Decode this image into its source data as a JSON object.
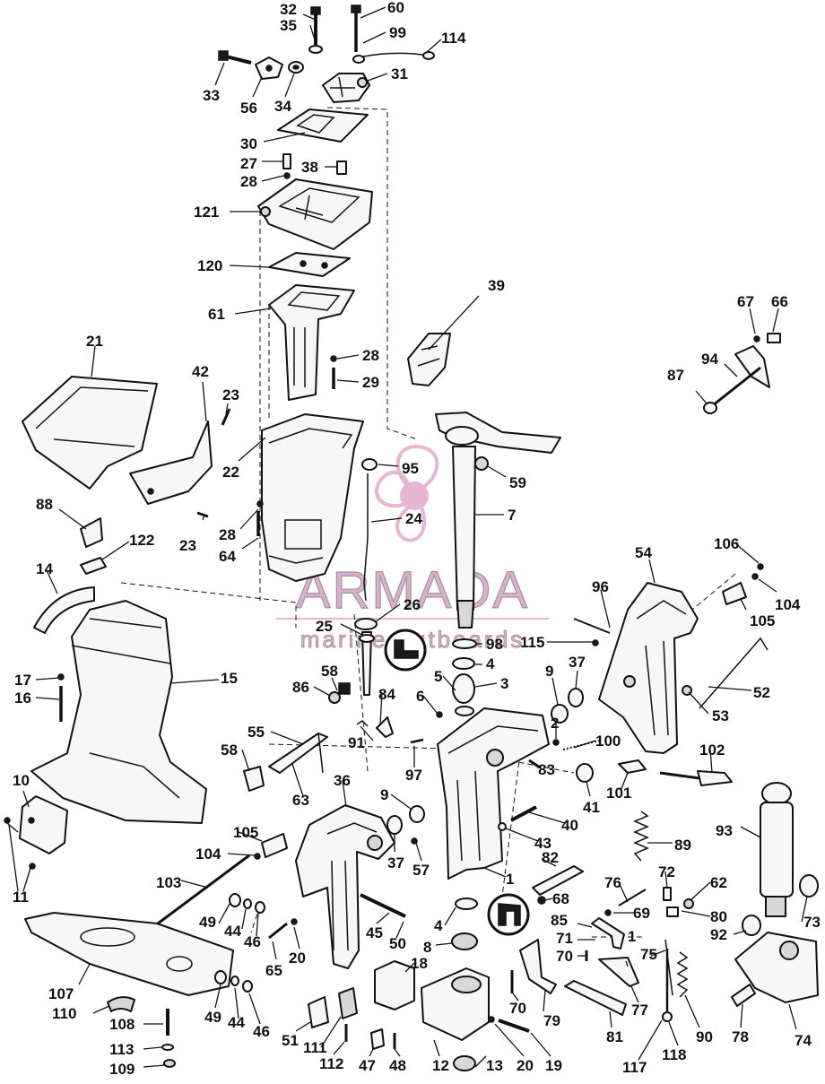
{
  "watermark": {
    "brand": "ARMADA",
    "tagline": "marine outboards",
    "color": "#e5a8cc"
  },
  "callouts": [
    {
      "id": "c1",
      "text": "32"
    },
    {
      "id": "c2",
      "text": "60"
    },
    {
      "id": "c3",
      "text": "35"
    },
    {
      "id": "c4",
      "text": "99"
    },
    {
      "id": "c5",
      "text": "114"
    },
    {
      "id": "c6",
      "text": "31"
    },
    {
      "id": "c7",
      "text": "33"
    },
    {
      "id": "c8",
      "text": "56"
    },
    {
      "id": "c9",
      "text": "34"
    },
    {
      "id": "c10",
      "text": "30"
    },
    {
      "id": "c11",
      "text": "27"
    },
    {
      "id": "c12",
      "text": "38"
    },
    {
      "id": "c13",
      "text": "28"
    },
    {
      "id": "c14",
      "text": "121"
    },
    {
      "id": "c15",
      "text": "120"
    },
    {
      "id": "c16",
      "text": "39"
    },
    {
      "id": "c17",
      "text": "61"
    },
    {
      "id": "c18",
      "text": "67"
    },
    {
      "id": "c19",
      "text": "66"
    },
    {
      "id": "c20",
      "text": "28"
    },
    {
      "id": "c21",
      "text": "21"
    },
    {
      "id": "c22",
      "text": "94"
    },
    {
      "id": "c23",
      "text": "87"
    },
    {
      "id": "c24",
      "text": "29"
    },
    {
      "id": "c25",
      "text": "42"
    },
    {
      "id": "c26",
      "text": "23"
    },
    {
      "id": "c27",
      "text": "22"
    },
    {
      "id": "c28",
      "text": "95"
    },
    {
      "id": "c29",
      "text": "59"
    },
    {
      "id": "c30",
      "text": "88"
    },
    {
      "id": "c31",
      "text": "28"
    },
    {
      "id": "c32",
      "text": "24"
    },
    {
      "id": "c33",
      "text": "7"
    },
    {
      "id": "c34",
      "text": "122"
    },
    {
      "id": "c35",
      "text": "64"
    },
    {
      "id": "c36",
      "text": "23"
    },
    {
      "id": "c37",
      "text": "106"
    },
    {
      "id": "c38",
      "text": "14"
    },
    {
      "id": "c39",
      "text": "54"
    },
    {
      "id": "c40",
      "text": "104"
    },
    {
      "id": "c41",
      "text": "26"
    },
    {
      "id": "c42",
      "text": "96"
    },
    {
      "id": "c43",
      "text": "105"
    },
    {
      "id": "c44",
      "text": "25"
    },
    {
      "id": "c45",
      "text": "98"
    },
    {
      "id": "c46",
      "text": "115"
    },
    {
      "id": "c47",
      "text": "37"
    },
    {
      "id": "c48",
      "text": "58"
    },
    {
      "id": "c49",
      "text": "4"
    },
    {
      "id": "c50",
      "text": "17"
    },
    {
      "id": "c51",
      "text": "15"
    },
    {
      "id": "c52",
      "text": "5"
    },
    {
      "id": "c53",
      "text": "3"
    },
    {
      "id": "c54",
      "text": "9"
    },
    {
      "id": "c55",
      "text": "52"
    },
    {
      "id": "c56",
      "text": "86"
    },
    {
      "id": "c57",
      "text": "16"
    },
    {
      "id": "c58",
      "text": "84"
    },
    {
      "id": "c59",
      "text": "6"
    },
    {
      "id": "c60",
      "text": "53"
    },
    {
      "id": "c61",
      "text": "2"
    },
    {
      "id": "c62",
      "text": "55"
    },
    {
      "id": "c63",
      "text": "91"
    },
    {
      "id": "c64",
      "text": "100"
    },
    {
      "id": "c65",
      "text": "102"
    },
    {
      "id": "c66",
      "text": "58"
    },
    {
      "id": "c67",
      "text": "97"
    },
    {
      "id": "c68",
      "text": "83"
    },
    {
      "id": "c69",
      "text": "41"
    },
    {
      "id": "c70",
      "text": "101"
    },
    {
      "id": "c71",
      "text": "36"
    },
    {
      "id": "c72",
      "text": "63"
    },
    {
      "id": "c73",
      "text": "10"
    },
    {
      "id": "c74",
      "text": "9"
    },
    {
      "id": "c75",
      "text": "105"
    },
    {
      "id": "c76",
      "text": "40"
    },
    {
      "id": "c77",
      "text": "93"
    },
    {
      "id": "c78",
      "text": "43"
    },
    {
      "id": "c79",
      "text": "89"
    },
    {
      "id": "c80",
      "text": "104"
    },
    {
      "id": "c81",
      "text": "37"
    },
    {
      "id": "c82",
      "text": "57"
    },
    {
      "id": "c83",
      "text": "82"
    },
    {
      "id": "c84",
      "text": "1"
    },
    {
      "id": "c85",
      "text": "76"
    },
    {
      "id": "c86",
      "text": "72"
    },
    {
      "id": "c87",
      "text": "62"
    },
    {
      "id": "c88",
      "text": "103"
    },
    {
      "id": "c89",
      "text": "68"
    },
    {
      "id": "c90",
      "text": "69"
    },
    {
      "id": "c91",
      "text": "80"
    },
    {
      "id": "c92",
      "text": "11"
    },
    {
      "id": "c93",
      "text": "49"
    },
    {
      "id": "c94",
      "text": "44"
    },
    {
      "id": "c95",
      "text": "46"
    },
    {
      "id": "c96",
      "text": "45"
    },
    {
      "id": "c97",
      "text": "50"
    },
    {
      "id": "c98",
      "text": "4"
    },
    {
      "id": "c99",
      "text": "85"
    },
    {
      "id": "c100",
      "text": "71"
    },
    {
      "id": "c101",
      "text": "73"
    },
    {
      "id": "c102",
      "text": "92"
    },
    {
      "id": "c103",
      "text": "65"
    },
    {
      "id": "c104",
      "text": "20"
    },
    {
      "id": "c105",
      "text": "8"
    },
    {
      "id": "c106",
      "text": "70"
    },
    {
      "id": "c107",
      "text": "75"
    },
    {
      "id": "c108",
      "text": "1"
    },
    {
      "id": "c109",
      "text": "107"
    },
    {
      "id": "c110",
      "text": "18"
    },
    {
      "id": "c111",
      "text": "110"
    },
    {
      "id": "c112",
      "text": "49"
    },
    {
      "id": "c113",
      "text": "44"
    },
    {
      "id": "c114",
      "text": "108"
    },
    {
      "id": "c115",
      "text": "46"
    },
    {
      "id": "c116",
      "text": "51"
    },
    {
      "id": "c117",
      "text": "111"
    },
    {
      "id": "c118",
      "text": "70"
    },
    {
      "id": "c119",
      "text": "79"
    },
    {
      "id": "c120",
      "text": "77"
    },
    {
      "id": "c121",
      "text": "81"
    },
    {
      "id": "c122",
      "text": "90"
    },
    {
      "id": "c123",
      "text": "78"
    },
    {
      "id": "c124",
      "text": "74"
    },
    {
      "id": "c125",
      "text": "113"
    },
    {
      "id": "c126",
      "text": "112"
    },
    {
      "id": "c127",
      "text": "47"
    },
    {
      "id": "c128",
      "text": "48"
    },
    {
      "id": "c129",
      "text": "12"
    },
    {
      "id": "c130",
      "text": "13"
    },
    {
      "id": "c131",
      "text": "20"
    },
    {
      "id": "c132",
      "text": "19"
    },
    {
      "id": "c133",
      "text": "117"
    },
    {
      "id": "c134",
      "text": "118"
    },
    {
      "id": "c135",
      "text": "109"
    }
  ]
}
